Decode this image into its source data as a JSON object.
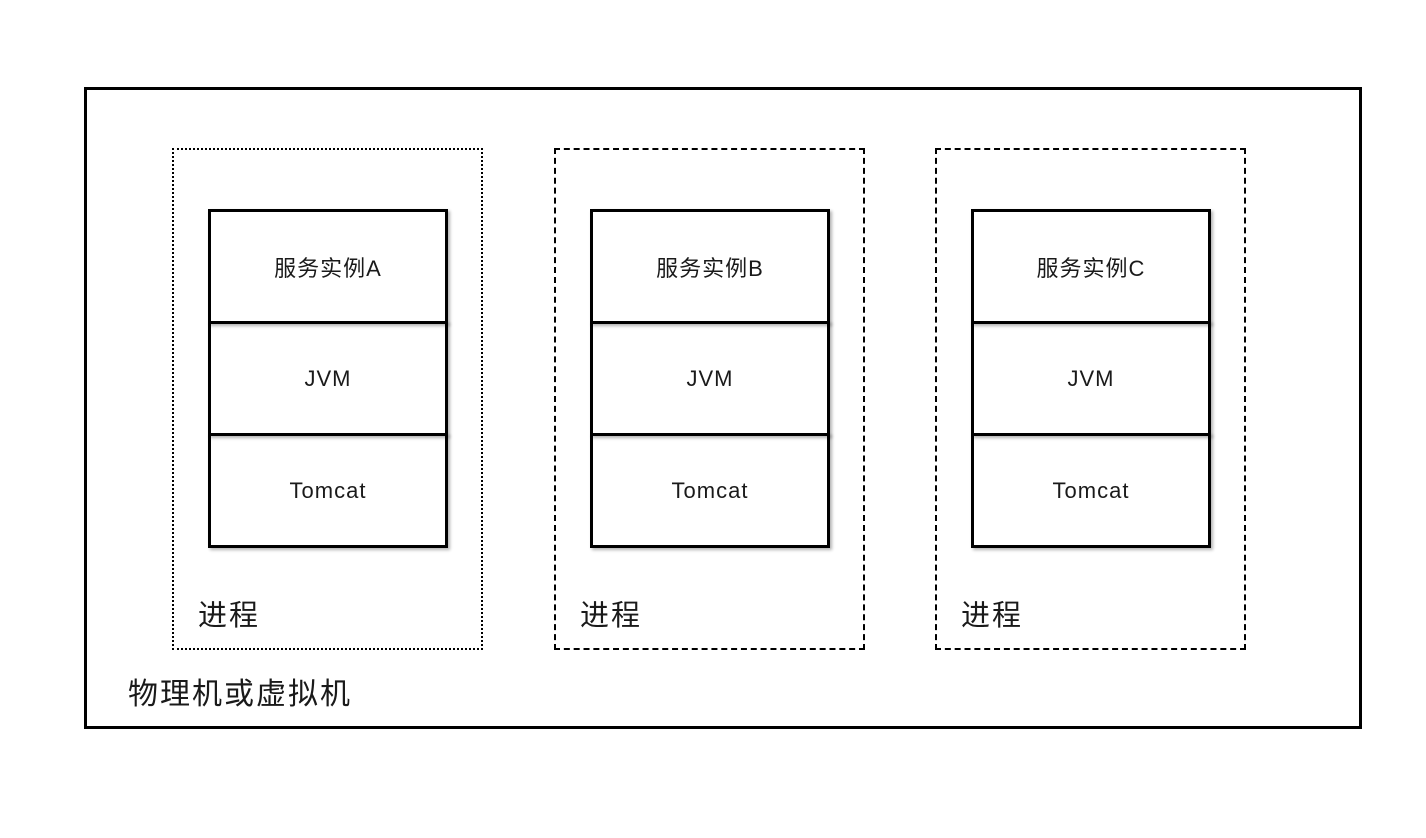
{
  "diagram": {
    "title_hint": "services deployed as separate processes on one machine",
    "machine": {
      "label": "物理机或虚拟机",
      "border_style": "solid",
      "border_color": "#000000"
    },
    "processes": [
      {
        "label": "进程",
        "border_style": "dotted",
        "stack": [
          "服务实例A",
          "JVM",
          "Tomcat"
        ]
      },
      {
        "label": "进程",
        "border_style": "dashed",
        "stack": [
          "服务实例B",
          "JVM",
          "Tomcat"
        ]
      },
      {
        "label": "进程",
        "border_style": "dashed",
        "stack": [
          "服务实例C",
          "JVM",
          "Tomcat"
        ]
      }
    ],
    "colors": {
      "background": "#ffffff",
      "line": "#000000",
      "text": "#1a1a1a"
    }
  }
}
